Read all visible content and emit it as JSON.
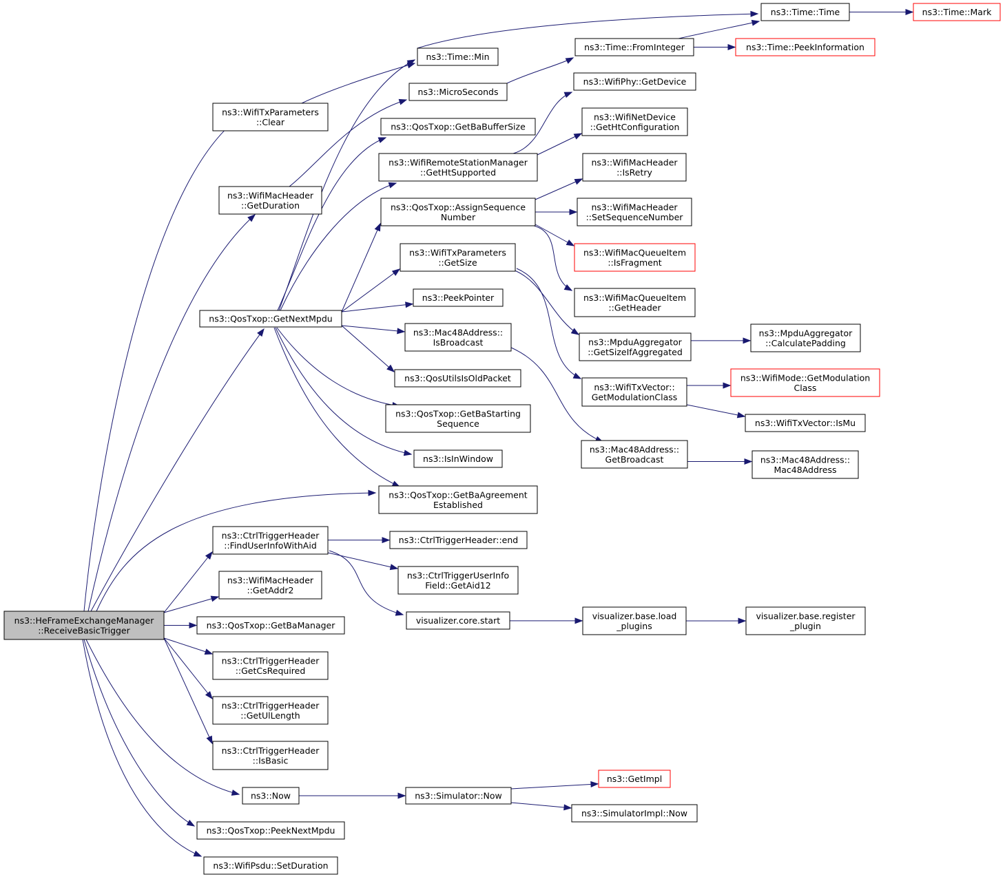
{
  "nodes": [
    {
      "id": "root",
      "lines": [
        "ns3::HeFrameExchangeManager",
        "::ReceiveBasicTrigger"
      ],
      "style": "root"
    },
    {
      "id": "txp_clear",
      "lines": [
        "ns3::WifiTxParameters",
        "::Clear"
      ],
      "style": "normal"
    },
    {
      "id": "machdr_getduration",
      "lines": [
        "ns3::WifiMacHeader",
        "::GetDuration"
      ],
      "style": "normal"
    },
    {
      "id": "getnextmpdu",
      "lines": [
        "ns3::QosTxop::GetNextMpdu"
      ],
      "style": "normal"
    },
    {
      "id": "getbaagreement",
      "lines": [
        "ns3::QosTxop::GetBaAgreement",
        "Established"
      ],
      "style": "normal"
    },
    {
      "id": "finduserinfo",
      "lines": [
        "ns3::CtrlTriggerHeader",
        "::FindUserInfoWithAid"
      ],
      "style": "normal"
    },
    {
      "id": "getaddr2",
      "lines": [
        "ns3::WifiMacHeader",
        "::GetAddr2"
      ],
      "style": "normal"
    },
    {
      "id": "getbamanager",
      "lines": [
        "ns3::QosTxop::GetBaManager"
      ],
      "style": "normal"
    },
    {
      "id": "getcsrequired",
      "lines": [
        "ns3::CtrlTriggerHeader",
        "::GetCsRequired"
      ],
      "style": "normal"
    },
    {
      "id": "getullength",
      "lines": [
        "ns3::CtrlTriggerHeader",
        "::GetUlLength"
      ],
      "style": "normal"
    },
    {
      "id": "isbasic",
      "lines": [
        "ns3::CtrlTriggerHeader",
        "::IsBasic"
      ],
      "style": "normal"
    },
    {
      "id": "now",
      "lines": [
        "ns3::Now"
      ],
      "style": "normal"
    },
    {
      "id": "peeknextmpdu",
      "lines": [
        "ns3::QosTxop::PeekNextMpdu"
      ],
      "style": "normal"
    },
    {
      "id": "setduration",
      "lines": [
        "ns3::WifiPsdu::SetDuration"
      ],
      "style": "normal"
    },
    {
      "id": "time_min",
      "lines": [
        "ns3::Time::Min"
      ],
      "style": "normal"
    },
    {
      "id": "microseconds",
      "lines": [
        "ns3::MicroSeconds"
      ],
      "style": "normal"
    },
    {
      "id": "getbabuffersize",
      "lines": [
        "ns3::QosTxop::GetBaBufferSize"
      ],
      "style": "normal"
    },
    {
      "id": "gethtsupported",
      "lines": [
        "ns3::WifiRemoteStationManager",
        "::GetHtSupported"
      ],
      "style": "normal"
    },
    {
      "id": "assignseq",
      "lines": [
        "ns3::QosTxop::AssignSequence",
        "Number"
      ],
      "style": "normal"
    },
    {
      "id": "txp_getsize",
      "lines": [
        "ns3::WifiTxParameters",
        "::GetSize"
      ],
      "style": "normal"
    },
    {
      "id": "peekpointer",
      "lines": [
        "ns3::PeekPointer"
      ],
      "style": "normal"
    },
    {
      "id": "isbroadcast",
      "lines": [
        "ns3::Mac48Address::",
        "IsBroadcast"
      ],
      "style": "normal"
    },
    {
      "id": "qosutilsisold",
      "lines": [
        "ns3::QosUtilsIsOldPacket"
      ],
      "style": "normal"
    },
    {
      "id": "getbastarting",
      "lines": [
        "ns3::QosTxop::GetBaStarting",
        "Sequence"
      ],
      "style": "normal"
    },
    {
      "id": "isinwindow",
      "lines": [
        "ns3::IsInWindow"
      ],
      "style": "normal"
    },
    {
      "id": "ctrl_end",
      "lines": [
        "ns3::CtrlTriggerHeader::end"
      ],
      "style": "normal"
    },
    {
      "id": "getaid12",
      "lines": [
        "ns3::CtrlTriggerUserInfo",
        "Field::GetAid12"
      ],
      "style": "normal"
    },
    {
      "id": "viz_start",
      "lines": [
        "visualizer.core.start"
      ],
      "style": "normal"
    },
    {
      "id": "sim_now",
      "lines": [
        "ns3::Simulator::Now"
      ],
      "style": "normal"
    },
    {
      "id": "time_time",
      "lines": [
        "ns3::Time::Time"
      ],
      "style": "normal"
    },
    {
      "id": "frominteger",
      "lines": [
        "ns3::Time::FromInteger"
      ],
      "style": "normal"
    },
    {
      "id": "wifiphy_getdevice",
      "lines": [
        "ns3::WifiPhy::GetDevice"
      ],
      "style": "normal"
    },
    {
      "id": "gethtconfig",
      "lines": [
        "ns3::WifiNetDevice",
        "::GetHtConfiguration"
      ],
      "style": "normal"
    },
    {
      "id": "isretry",
      "lines": [
        "ns3::WifiMacHeader",
        "::IsRetry"
      ],
      "style": "normal"
    },
    {
      "id": "setseqnum",
      "lines": [
        "ns3::WifiMacHeader",
        "::SetSequenceNumber"
      ],
      "style": "normal"
    },
    {
      "id": "isfragment",
      "lines": [
        "ns3::WifiMacQueueItem",
        "::IsFragment"
      ],
      "style": "red"
    },
    {
      "id": "getheader",
      "lines": [
        "ns3::WifiMacQueueItem",
        "::GetHeader"
      ],
      "style": "normal"
    },
    {
      "id": "getsizeifagg",
      "lines": [
        "ns3::MpduAggregator",
        "::GetSizeIfAggregated"
      ],
      "style": "normal"
    },
    {
      "id": "getmodclass",
      "lines": [
        "ns3::WifiTxVector::",
        "GetModulationClass"
      ],
      "style": "normal"
    },
    {
      "id": "getbroadcast",
      "lines": [
        "ns3::Mac48Address::",
        "GetBroadcast"
      ],
      "style": "normal"
    },
    {
      "id": "loadplugins",
      "lines": [
        "visualizer.base.load",
        "_plugins"
      ],
      "style": "normal"
    },
    {
      "id": "getimpl",
      "lines": [
        "ns3::GetImpl"
      ],
      "style": "red"
    },
    {
      "id": "simimpl_now",
      "lines": [
        "ns3::SimulatorImpl::Now"
      ],
      "style": "normal"
    },
    {
      "id": "time_mark",
      "lines": [
        "ns3::Time::Mark"
      ],
      "style": "red"
    },
    {
      "id": "peekinfo",
      "lines": [
        "ns3::Time::PeekInformation"
      ],
      "style": "red"
    },
    {
      "id": "calcpadding",
      "lines": [
        "ns3::MpduAggregator",
        "::CalculatePadding"
      ],
      "style": "normal"
    },
    {
      "id": "wifimode_getmod",
      "lines": [
        "ns3::WifiMode::GetModulation",
        "Class"
      ],
      "style": "red"
    },
    {
      "id": "ismu",
      "lines": [
        "ns3::WifiTxVector::IsMu"
      ],
      "style": "normal"
    },
    {
      "id": "mac48address",
      "lines": [
        "ns3::Mac48Address::",
        "Mac48Address"
      ],
      "style": "normal"
    },
    {
      "id": "registerplugin",
      "lines": [
        "visualizer.base.register",
        "_plugin"
      ],
      "style": "normal"
    }
  ],
  "edges": [
    [
      "root",
      "txp_clear"
    ],
    [
      "root",
      "machdr_getduration"
    ],
    [
      "root",
      "getnextmpdu"
    ],
    [
      "root",
      "getbaagreement"
    ],
    [
      "root",
      "finduserinfo"
    ],
    [
      "root",
      "getaddr2"
    ],
    [
      "root",
      "getbamanager"
    ],
    [
      "root",
      "getcsrequired"
    ],
    [
      "root",
      "getullength"
    ],
    [
      "root",
      "isbasic"
    ],
    [
      "root",
      "now"
    ],
    [
      "root",
      "peeknextmpdu"
    ],
    [
      "root",
      "setduration"
    ],
    [
      "txp_clear",
      "time_min"
    ],
    [
      "machdr_getduration",
      "microseconds"
    ],
    [
      "getnextmpdu",
      "time_min"
    ],
    [
      "getnextmpdu",
      "getbabuffersize"
    ],
    [
      "getnextmpdu",
      "gethtsupported"
    ],
    [
      "getnextmpdu",
      "assignseq"
    ],
    [
      "getnextmpdu",
      "txp_getsize"
    ],
    [
      "getnextmpdu",
      "peekpointer"
    ],
    [
      "getnextmpdu",
      "isbroadcast"
    ],
    [
      "getnextmpdu",
      "qosutilsisold"
    ],
    [
      "getnextmpdu",
      "getbastarting"
    ],
    [
      "getnextmpdu",
      "isinwindow"
    ],
    [
      "getnextmpdu",
      "getbaagreement"
    ],
    [
      "finduserinfo",
      "ctrl_end"
    ],
    [
      "finduserinfo",
      "getaid12"
    ],
    [
      "finduserinfo",
      "viz_start"
    ],
    [
      "now",
      "sim_now"
    ],
    [
      "time_min",
      "time_time"
    ],
    [
      "microseconds",
      "frominteger"
    ],
    [
      "frominteger",
      "time_time"
    ],
    [
      "frominteger",
      "peekinfo"
    ],
    [
      "time_time",
      "time_mark"
    ],
    [
      "gethtsupported",
      "wifiphy_getdevice"
    ],
    [
      "gethtsupported",
      "gethtconfig"
    ],
    [
      "assignseq",
      "isretry"
    ],
    [
      "assignseq",
      "setseqnum"
    ],
    [
      "assignseq",
      "isfragment"
    ],
    [
      "assignseq",
      "getheader"
    ],
    [
      "txp_getsize",
      "getsizeifagg"
    ],
    [
      "txp_getsize",
      "getmodclass"
    ],
    [
      "isbroadcast",
      "getbroadcast"
    ],
    [
      "getsizeifagg",
      "calcpadding"
    ],
    [
      "getmodclass",
      "wifimode_getmod"
    ],
    [
      "getmodclass",
      "ismu"
    ],
    [
      "getbroadcast",
      "mac48address"
    ],
    [
      "viz_start",
      "loadplugins"
    ],
    [
      "loadplugins",
      "registerplugin"
    ],
    [
      "sim_now",
      "getimpl"
    ],
    [
      "sim_now",
      "simimpl_now"
    ]
  ]
}
